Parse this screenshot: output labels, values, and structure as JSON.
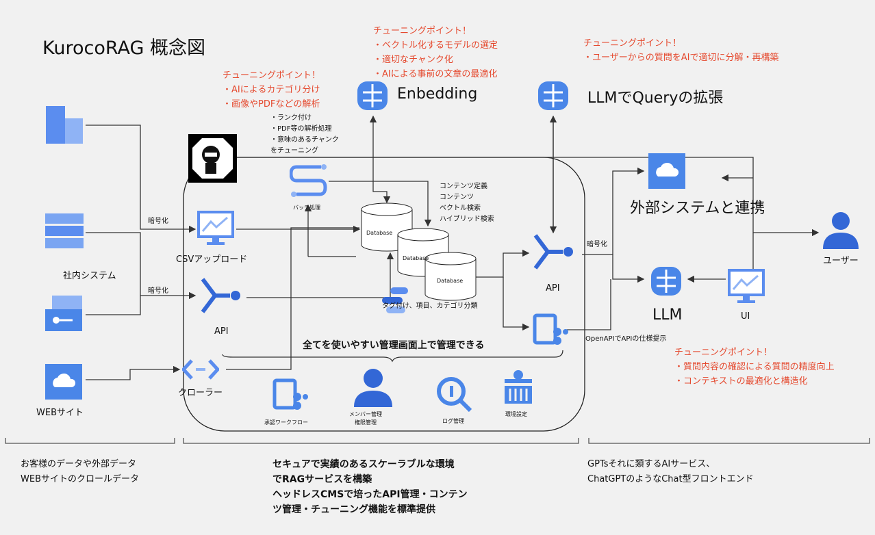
{
  "title": "KurocoRAG 概念図",
  "tuning_ingest": {
    "heading": "チューニングポイント！",
    "items": [
      "・AIによるカテゴリ分け",
      "・画像やPDFなどの解析"
    ]
  },
  "tuning_embed": {
    "heading": "チューニングポイント！",
    "items": [
      "・ベクトル化するモデルの選定",
      "・適切なチャンク化",
      "・AIによる事前の文章の最適化"
    ]
  },
  "tuning_query": {
    "heading": "チューニングポイント！",
    "items": [
      "・ユーザーからの質問をAIで適切に分解・再構築"
    ]
  },
  "tuning_llm": {
    "heading": "チューニングポイント！",
    "items": [
      "・質問内容の確認による質問の精度向上",
      "・コンテキストの最適化と構造化"
    ]
  },
  "embedding_label": "Enbedding",
  "query_label": "LLMでQueryの拡張",
  "batch_notes": [
    "・ランク付け",
    "・PDF等の解析処理",
    "・意味のあるチャンク",
    "をチューニング"
  ],
  "batch_label": "バッチ処理",
  "db_notes": [
    "コンテンツ定義",
    "コンテンツ",
    "ベクトル検索",
    "ハイブリッド検索"
  ],
  "database_label": "Database",
  "tag_label": "タグ付け、項目、カテゴリ分類",
  "sources": {
    "internal": "社内システム",
    "web": "WEBサイト"
  },
  "encrypt": "暗号化",
  "csv_label": "CSVアップロード",
  "api_label": "API",
  "crawler_label": "クローラー",
  "manage_caption": "全てを使いやすい管理画面上で管理できる",
  "admin": [
    {
      "label": "承認ワークフロー"
    },
    {
      "label": "メンバー管理\n権限管理"
    },
    {
      "label": "ログ管理"
    },
    {
      "label": "環境設定"
    }
  ],
  "openapi_label": "OpenAPIでAPIの仕様提示",
  "external_label": "外部システムと連携",
  "llm_label": "LLM",
  "ui_label": "UI",
  "user_label": "ユーザー",
  "footer": {
    "left": [
      "お客様のデータや外部データ",
      "WEBサイトのクロールデータ"
    ],
    "center": [
      "セキュアで実績のあるスケーラブルな環境",
      "でRAGサービスを構築",
      "ヘッドレスCMSで培ったAPI管理・コンテン",
      "ツ管理・チューニング機能を標準提供"
    ],
    "right": [
      "GPTsそれに類するAIサービス、",
      "ChatGPTのようなChat型フロントエンド"
    ]
  },
  "colors": {
    "accent_red": "#e5492e",
    "icon_blue": "#4a86e8",
    "icon_dark_blue": "#3367d6"
  }
}
